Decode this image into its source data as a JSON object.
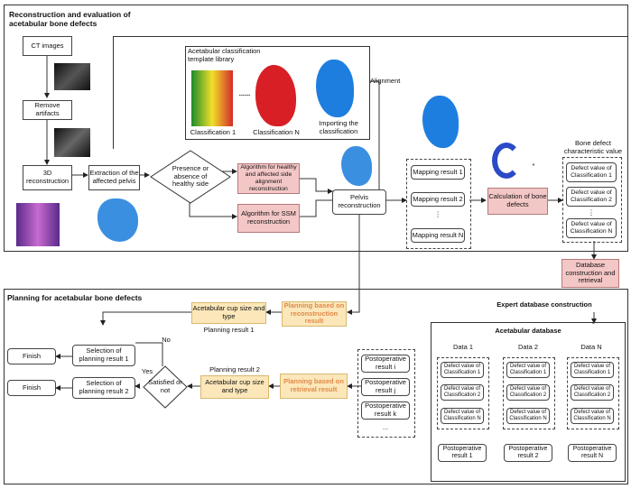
{
  "top_panel": {
    "title": "Reconstruction and evaluation of acetabular bone defects",
    "ct_images": "CT images",
    "remove_artifacts": "Remove artifacts",
    "reconstruction_3d": "3D reconstruction",
    "extraction": "Extraction of the affected pelvis",
    "decision": "Presence or absence of healthy side",
    "algo_alignment": "Algorithm for healthy and affected side alignment reconstruction",
    "algo_ssm": "Algorithm for SSM reconstruction",
    "pelvis_reconstruction": "Pelvis reconstruction",
    "template_library_title": "Acetabular classification template library",
    "classification_1": "Classification 1",
    "classification_dots": "......",
    "classification_n": "Classification N",
    "importing": "Importing the classification",
    "alignment": "Alignment",
    "mapping": [
      "Mapping result 1",
      "Mapping result 2",
      "Mapping result N"
    ],
    "mapping_ellipsis": "⋮",
    "calc_bone_defects": "Calculation of bone defects",
    "asterisk": "*",
    "bone_defect_title": "Bone defect characteristic value",
    "defect_values": [
      "Defect value of Classification 1",
      "Defect value of Classification 2",
      "Defect value of Classification N"
    ],
    "database": "Database construction and retrieval"
  },
  "bottom_panel": {
    "title": "Planning for acetabular bone defects",
    "expert_title": "Expert database construction",
    "plan_recon": "Planning based on reconstruction result",
    "plan_retrieval": "Planning based on retrieval result",
    "cup1": "Acetabular cup size and type",
    "planning_result_1": "Planning result 1",
    "cup2": "Acetabular cup size and type",
    "planning_result_2": "Planning result 2",
    "selection_1": "Selection of planning result 1",
    "selection_2": "Selection of planning result 2",
    "finish": "Finish",
    "satisfied": "Satisfied or not",
    "no": "No",
    "yes": "Yes",
    "postop": [
      "Postoperative result i",
      "Postoperative result j",
      "Postoperative result k"
    ],
    "postop_ellipsis": "...",
    "acetabular_database": "Acetabular database",
    "data_cols": [
      "Data 1",
      "Data 2",
      "Data N"
    ],
    "db_defect": [
      "Defect value of Classification 1",
      "Defect value of Classification 2",
      "Defect value of Classification N"
    ],
    "db_postop": [
      "Postoperative result 1",
      "Postoperative result 2",
      "Postoperative result N"
    ]
  }
}
